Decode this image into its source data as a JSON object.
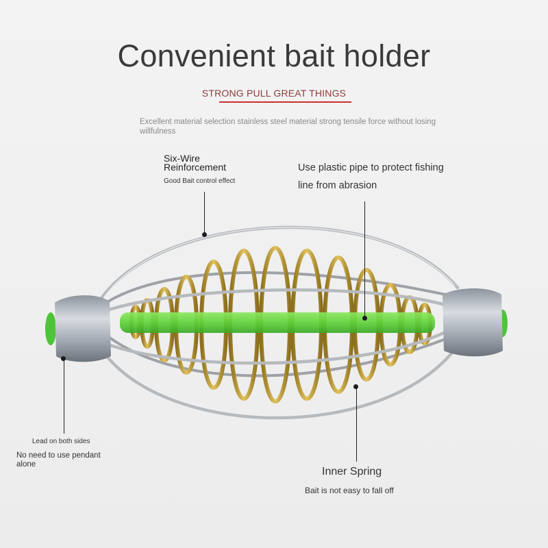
{
  "header": {
    "title": "Convenient bait holder",
    "subtitle": "STRONG PULL GREAT THINGS",
    "description": "Excellent material selection stainless steel material strong tensile force without losing willfulness"
  },
  "callouts": {
    "six_wire": {
      "title": "Six-Wire Reinforcement",
      "note": "Good Bait control effect"
    },
    "plastic_pipe": {
      "title": "Use plastic pipe to protect fishing line from abrasion"
    },
    "lead": {
      "note": "Lead on both sides",
      "text": "No need to use pendant alone"
    },
    "inner_spring": {
      "title": "Inner Spring",
      "note": "Bait is not easy to fall off"
    }
  },
  "colors": {
    "accent_rule": "#c9302c",
    "wire": "#a9abae",
    "spring": "#c9a640",
    "tube": "#5fd23a",
    "lead": "#b7bcc4"
  }
}
